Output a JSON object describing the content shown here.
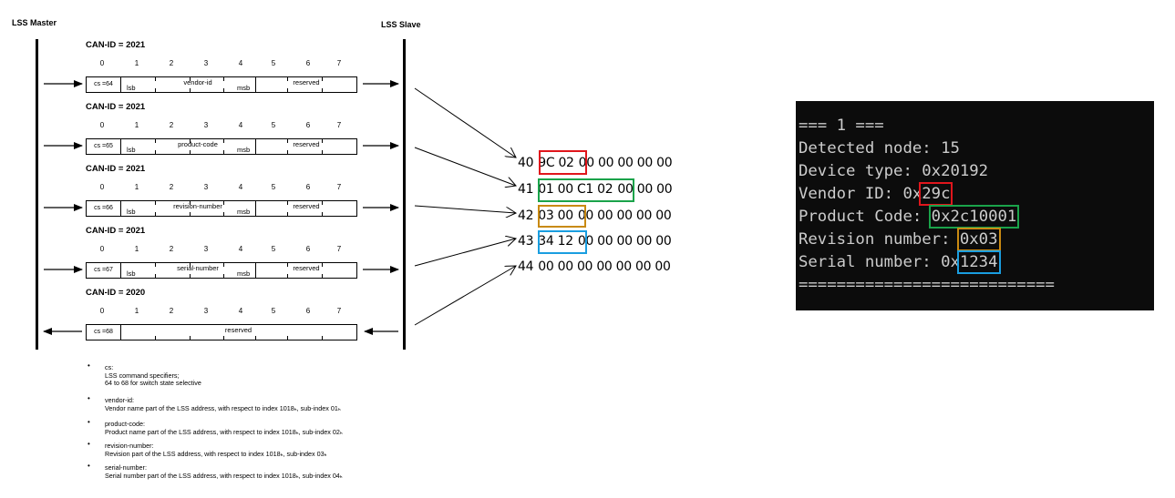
{
  "lss_master_label": "LSS Master",
  "lss_slave_label": "LSS Slave",
  "byte_numbers": [
    "0",
    "1",
    "2",
    "3",
    "4",
    "5",
    "6",
    "7"
  ],
  "frames": [
    {
      "can_id": "CAN-ID = 2021",
      "cs": "cs =64",
      "lsb": "lsb",
      "field": "vendor-id",
      "msb": "msb",
      "reserved": "reserved"
    },
    {
      "can_id": "CAN-ID = 2021",
      "cs": "cs =65",
      "lsb": "lsb",
      "field": "product-code",
      "msb": "msb",
      "reserved": "reserved"
    },
    {
      "can_id": "CAN-ID = 2021",
      "cs": "cs =66",
      "lsb": "lsb",
      "field": "revision-number",
      "msb": "msb",
      "reserved": "reserved"
    },
    {
      "can_id": "CAN-ID = 2021",
      "cs": "cs =67",
      "lsb": "lsb",
      "field": "serial-number",
      "msb": "msb",
      "reserved": "reserved"
    },
    {
      "can_id": "CAN-ID = 2020",
      "cs": "cs =68",
      "reserved": "reserved"
    }
  ],
  "hex_rows": [
    {
      "prefix": "40",
      "hl": "9C 02",
      "rest": "00 00 00 00 00"
    },
    {
      "prefix": "41",
      "hl": "01 00 C1 02",
      "rest": "00 00 00"
    },
    {
      "prefix": "42",
      "hl": "03 00",
      "rest": "00 00 00 00 00"
    },
    {
      "prefix": "43",
      "hl": "34 12",
      "rest": "00 00 00 00 00"
    },
    {
      "prefix": "44",
      "hl": "",
      "rest": "00 00 00 00 00 00 00"
    }
  ],
  "terminal": {
    "l0": "=== 1 ===",
    "l1": "Detected node: 15",
    "l2": "Device type: 0x20192",
    "l3_pre": "Vendor ID: 0x",
    "l3_val": "29c",
    "l4_pre": "Product Code: ",
    "l4_val": "0x2c10001",
    "l5_pre": "Revision number: ",
    "l5_val": "0x03",
    "l6_pre": "Serial number: 0x",
    "l6_val": "1234",
    "l7": "==========================="
  },
  "highlight_colors": {
    "red": "#e0161c",
    "green": "#1aa34a",
    "orange": "#c98a12",
    "blue": "#1a9ee0"
  },
  "legend": [
    {
      "term": "cs:",
      "desc1": "LSS command specifiers;",
      "desc2": "64 to 68 for switch state selective"
    },
    {
      "term": "vendor-id:",
      "desc1": "Vendor name part of the LSS address, with respect to index 1018ₕ, sub-index 01ₕ"
    },
    {
      "term": "product-code:",
      "desc1": "Product name part of the LSS address, with respect to index 1018ₕ, sub-index 02ₕ"
    },
    {
      "term": "revision-number:",
      "desc1": "Revision part of the LSS address, with respect to index 1018ₕ, sub-index 03ₕ"
    },
    {
      "term": "serial-number:",
      "desc1": "Serial number part of the LSS address, with respect to index 1018ₕ, sub-index 04ₕ"
    }
  ]
}
